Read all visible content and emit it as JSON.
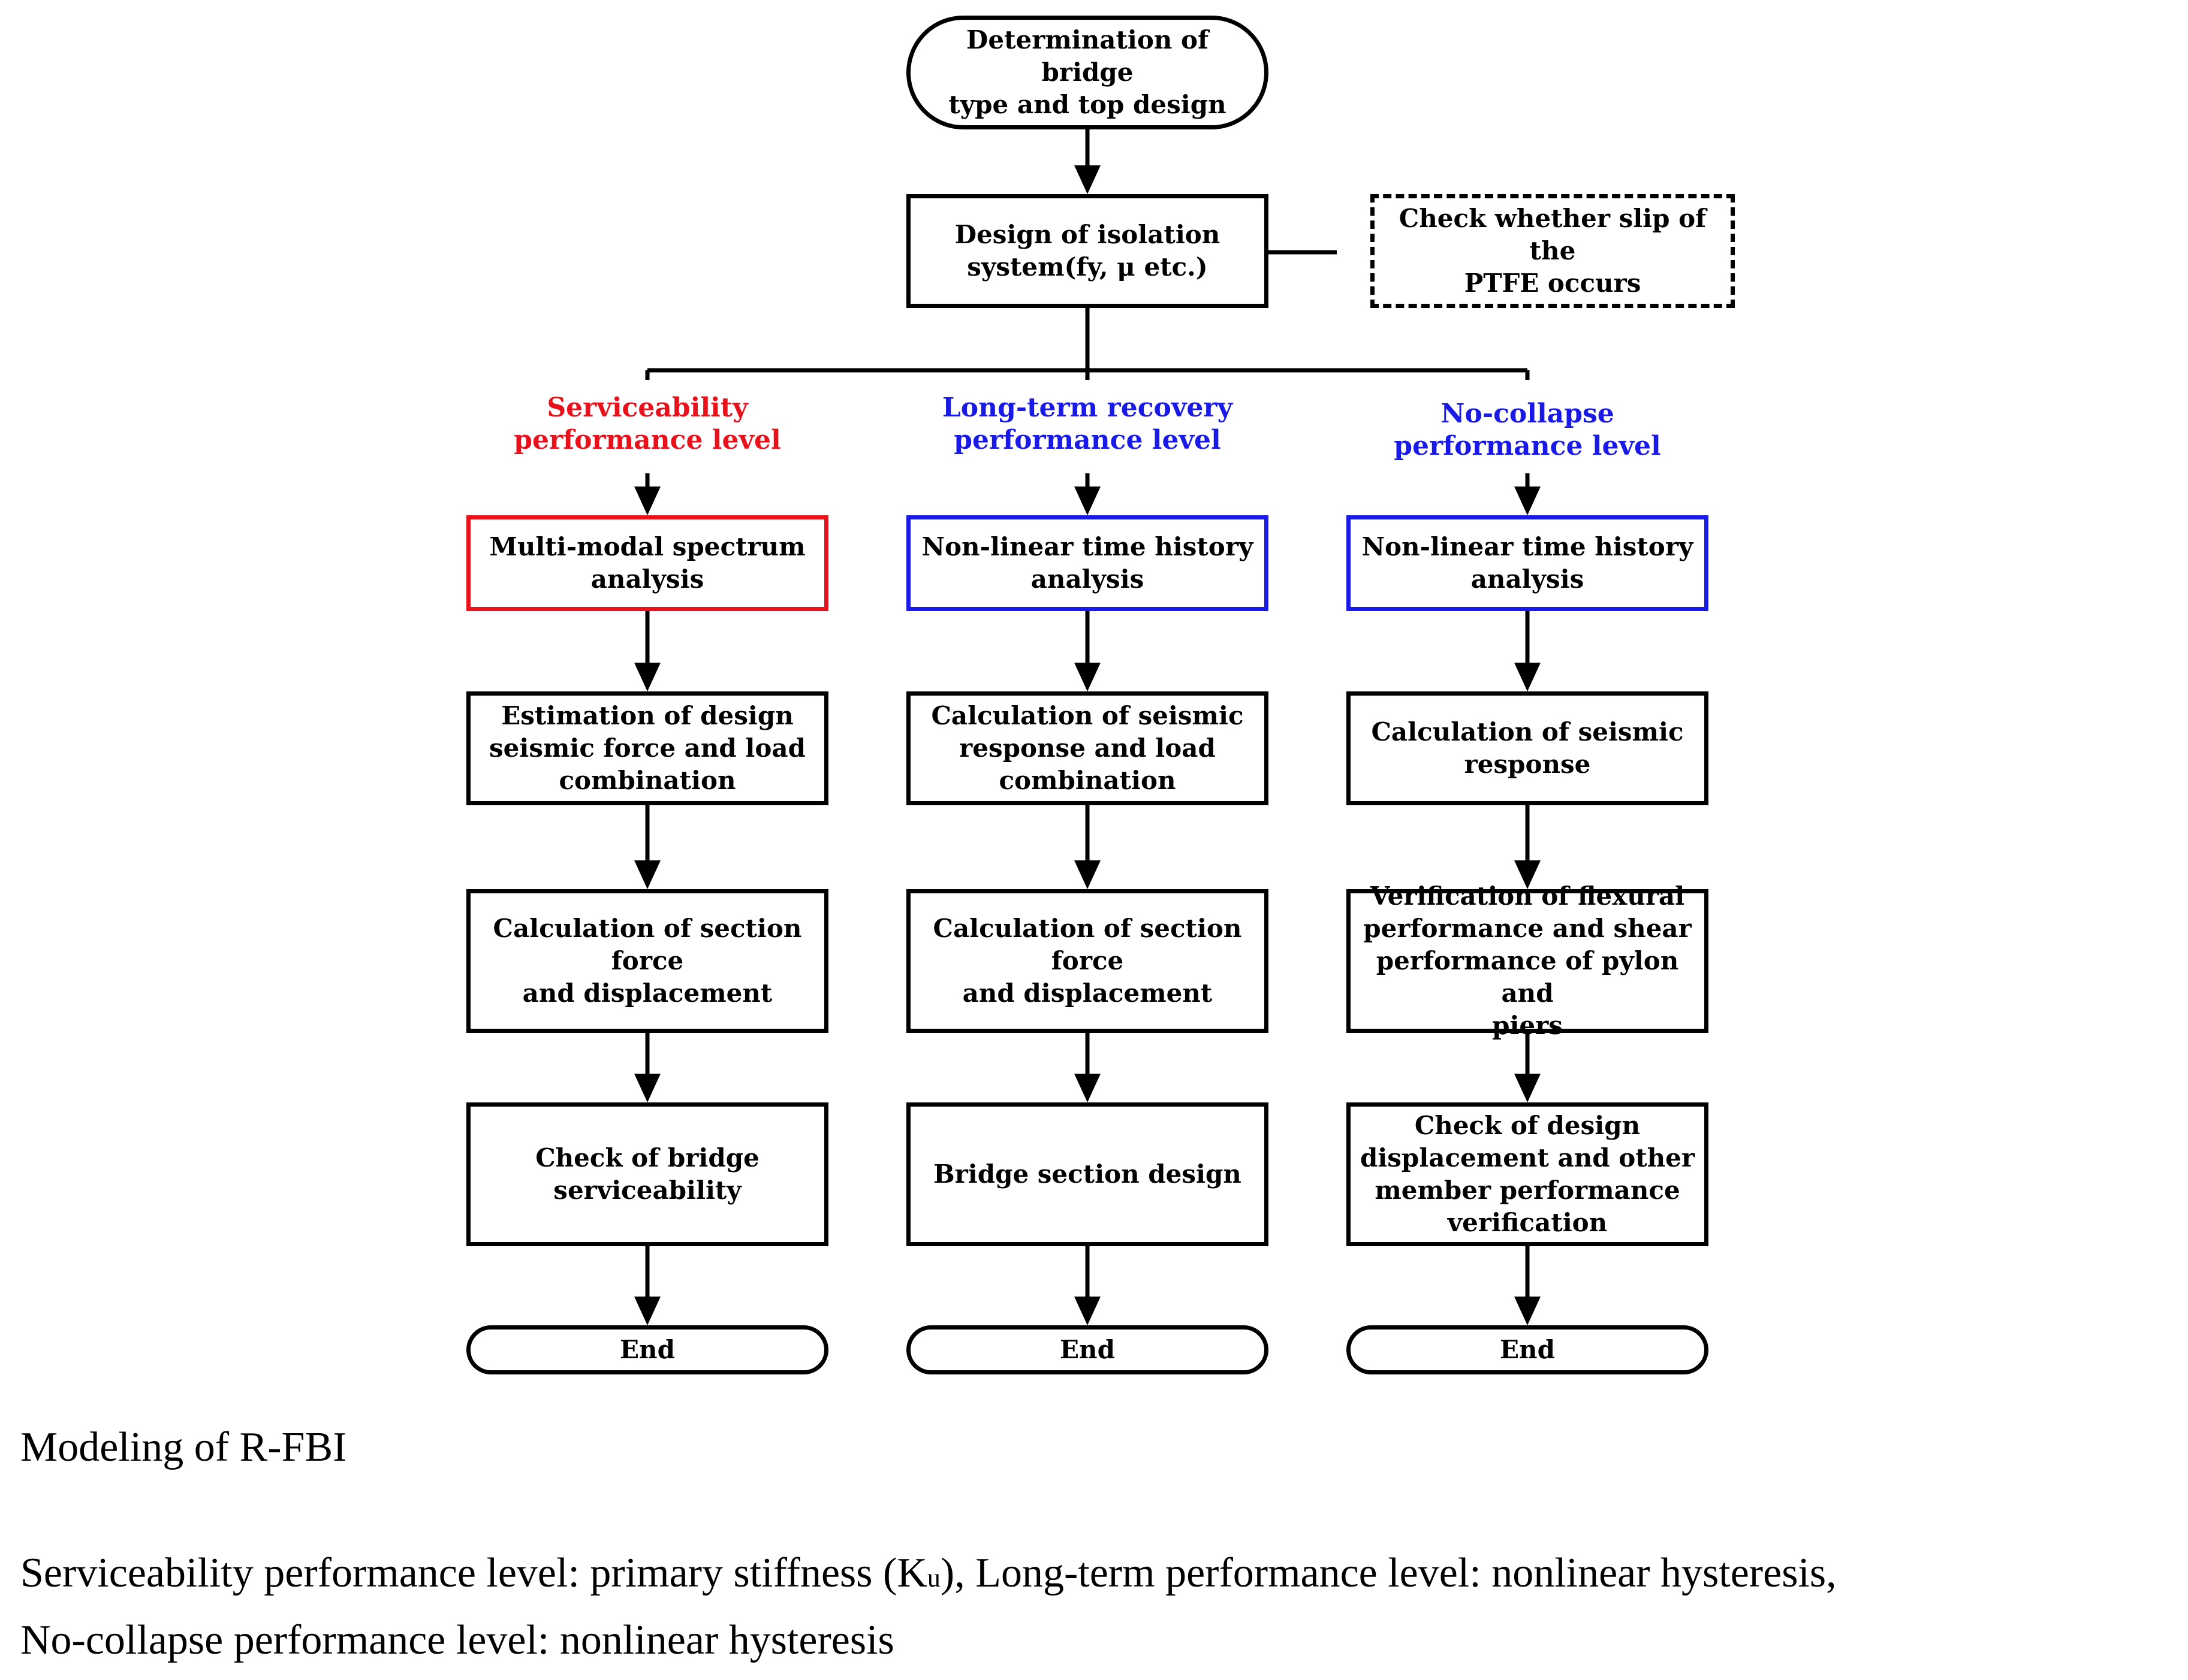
{
  "colors": {
    "serviceability": "#e8121d",
    "long_term": "#1a1ae6",
    "no_collapse": "#1a1ae6",
    "line": "#000000"
  },
  "start": {
    "label": "Determination of bridge\ntype and top design"
  },
  "isolation": {
    "label": "Design of isolation\nsystem(fy, μ etc.)"
  },
  "check_slip": {
    "label": "Check whether slip of the\nPTFE occurs"
  },
  "columns": [
    {
      "level": "Serviceability\nperformance level",
      "analysis": "Multi-modal spectrum\nanalysis",
      "step1": "Estimation of design\nseismic force and load\ncombination",
      "step2": "Calculation of section force\nand displacement",
      "step3": "Check of bridge\nserviceability",
      "end": "End"
    },
    {
      "level": "Long-term recovery\nperformance level",
      "analysis": "Non-linear time history\nanalysis",
      "step1": "Calculation of seismic\nresponse and load\ncombination",
      "step2": "Calculation of section force\nand displacement",
      "step3": "Bridge section design",
      "end": "End"
    },
    {
      "level": "No-collapse\nperformance level",
      "analysis": "Non-linear time history\nanalysis",
      "step1": "Calculation of seismic\nresponse",
      "step2": "Verification of flexural\nperformance and shear\nperformance of pylon and\npiers",
      "step3": "Check of design\ndisplacement and other\nmember performance\nverification",
      "end": "End"
    }
  ],
  "caption": {
    "line1": "Modeling of R-FBI",
    "line2": "Serviceability performance level: primary stiffness (K",
    "subscript": "u",
    "line2_end": "), Long-term performance level: nonlinear hysteresis,",
    "line3": "No-collapse performance level: nonlinear hysteresis"
  }
}
